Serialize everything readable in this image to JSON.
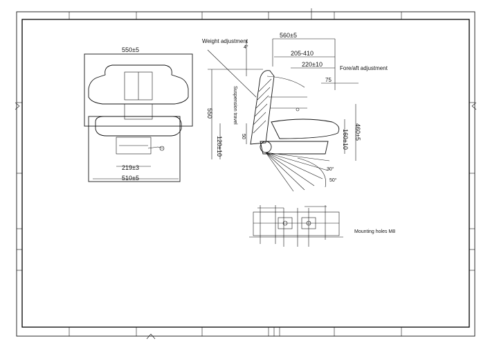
{
  "drawing": {
    "front_view": {
      "width_top": "550±5",
      "width_mid": "219±3",
      "width_bottom": "510±5"
    },
    "side_view": {
      "overall_depth": "560±5",
      "dim_410": "205-410",
      "dim_220": "220±10",
      "weight_adjustment_label": "Weight adjustment",
      "fore_aft_label": "Fore/aft adjustment",
      "fore_aft_value": "75",
      "suspension_label": "Suspension travel",
      "suspension_value": "50",
      "height_left_1": "550",
      "height_left_2": "120±10",
      "height_right_1": "160±10",
      "height_right_2": "460±5",
      "angle_small": "4°",
      "angle_label_1": "30°",
      "angle_label_2": "50°"
    },
    "bottom_view": {
      "note": "Mounting holes M8"
    }
  },
  "colors": {
    "line": "#111111",
    "background": "#ffffff"
  }
}
